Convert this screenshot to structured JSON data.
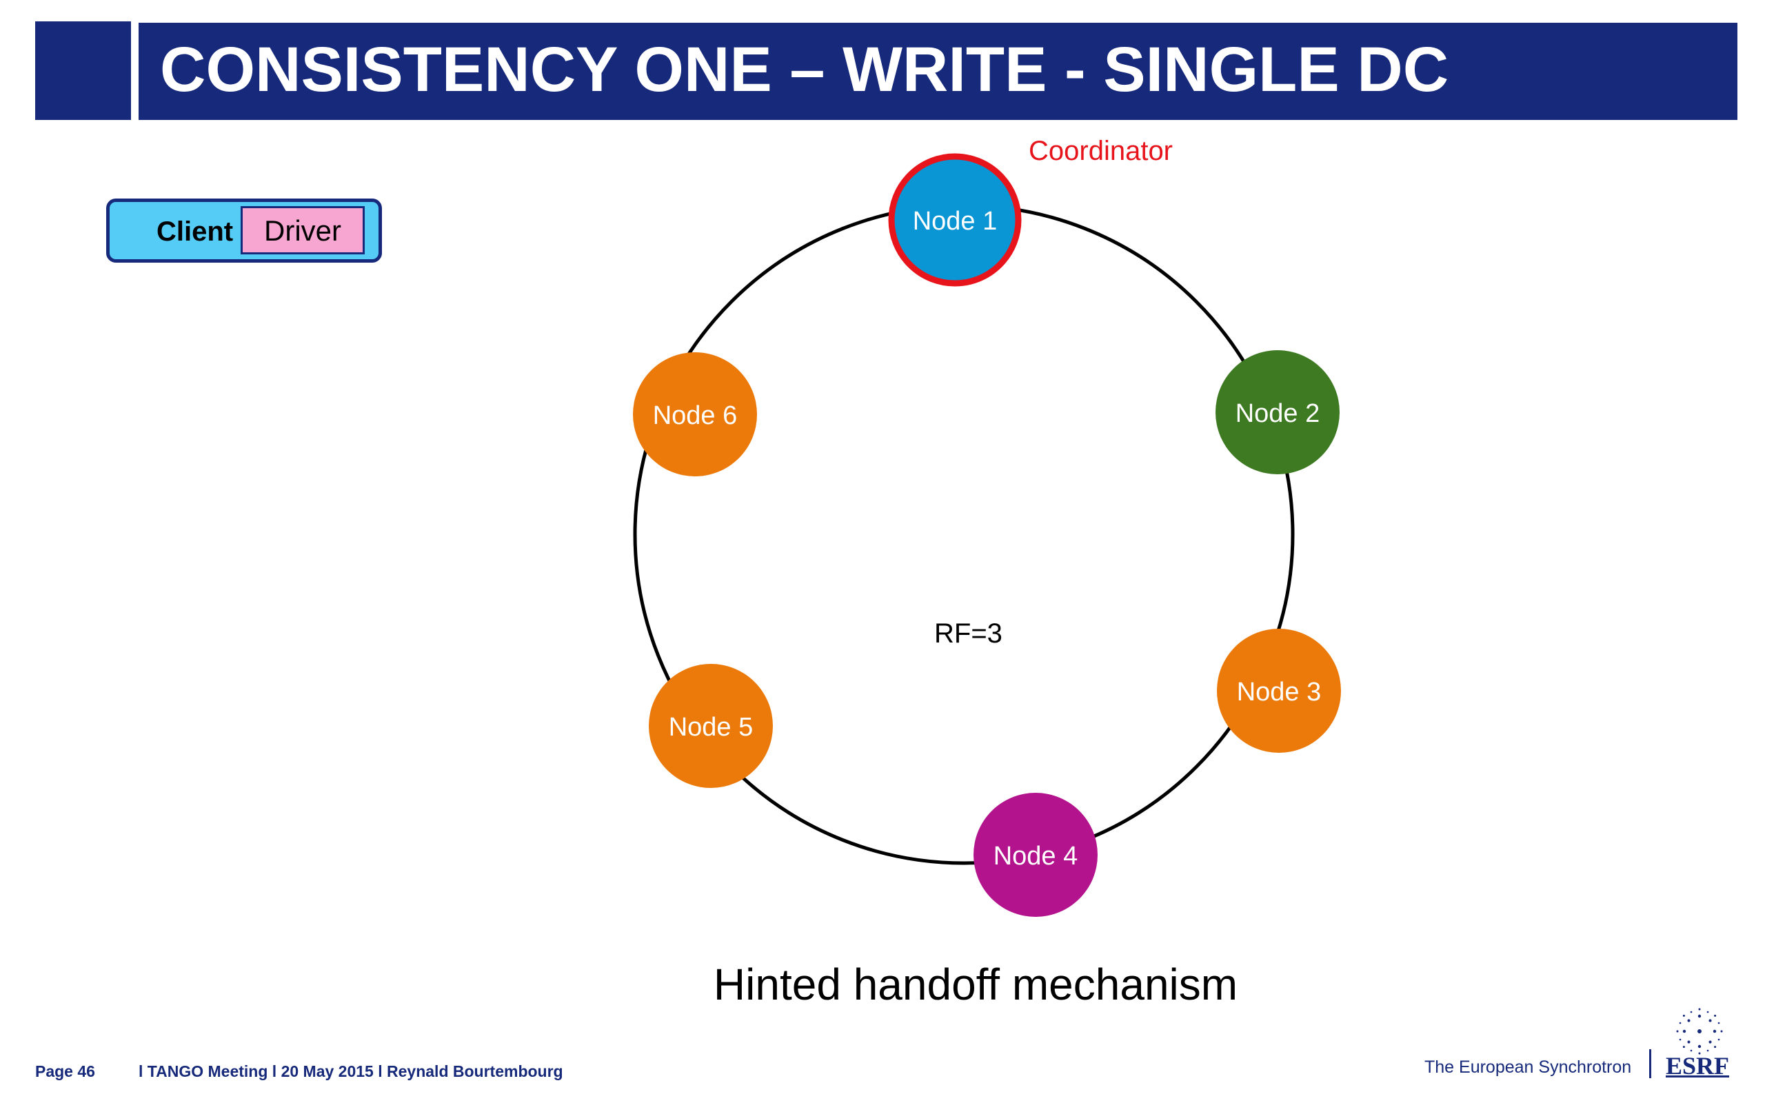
{
  "slide": {
    "title": "CONSISTENCY ONE – WRITE - SINGLE DC",
    "client_label": "Client",
    "driver_label": "Driver",
    "coordinator_label": "Coordinator",
    "rf_label": "RF=3",
    "caption": "Hinted handoff mechanism"
  },
  "nodes": [
    {
      "label": "Node 1",
      "color": "#0a96d4",
      "role": "coordinator"
    },
    {
      "label": "Node 2",
      "color": "#3d7a22"
    },
    {
      "label": "Node 3",
      "color": "#eb7a0b"
    },
    {
      "label": "Node 4",
      "color": "#b3138c"
    },
    {
      "label": "Node 5",
      "color": "#eb7a0b"
    },
    {
      "label": "Node 6",
      "color": "#eb7a0b"
    }
  ],
  "colors": {
    "brand_navy": "#16297a",
    "coordinator_ring": "#e8141b",
    "client_fill": "#55ccf5",
    "driver_fill": "#f6a6d0"
  },
  "footer": {
    "page": "Page 46",
    "meta": "l TANGO Meeting l 20 May 2015 l Reynald Bourtembourg",
    "org": "The European Synchrotron",
    "logo_text": "ESRF"
  }
}
